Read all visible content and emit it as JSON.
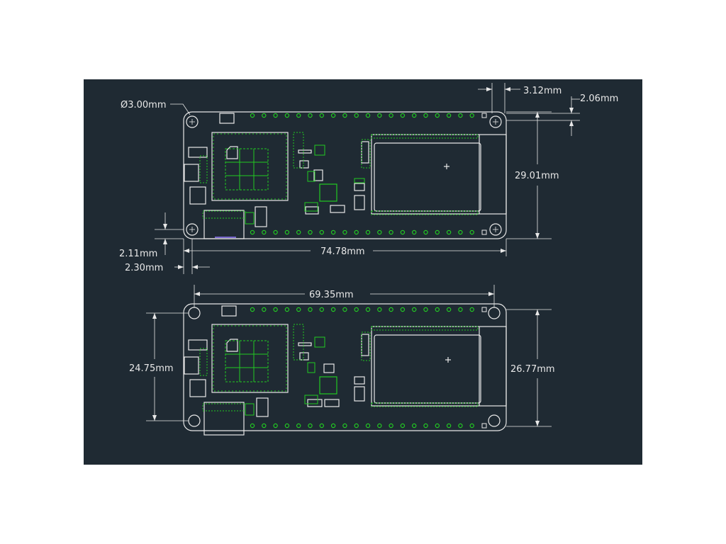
{
  "colors": {
    "background": "#1f2a33",
    "outline": "#e8e8e8",
    "pads": "#22c922",
    "dim_text": "#e8e8e8",
    "fpc_line": "#7766cc"
  },
  "top_view": {
    "hole_label": "Ø3.00mm",
    "dim_hole_offset_x": "3.12mm",
    "dim_hole_offset_y": "2.06mm",
    "dim_height": "29.01mm",
    "dim_width": "74.78mm",
    "dim_left_y": "2.11mm",
    "dim_left_x": "2.30mm"
  },
  "bottom_view": {
    "dim_hole_spacing_x": "69.35mm",
    "dim_hole_spacing_y": "24.75mm",
    "dim_board_height": "26.77mm"
  }
}
